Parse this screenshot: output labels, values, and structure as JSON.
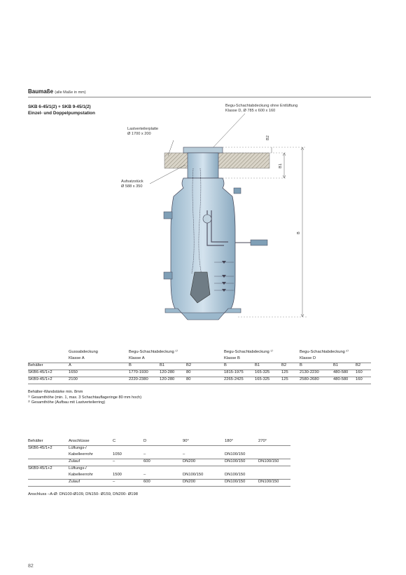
{
  "heading": {
    "title": "Baumaße",
    "note": "(alle Maße in mm)"
  },
  "subtitle": {
    "line1": "SKB 6-45/1(2) + SKB 9-45/1(2)",
    "line2": "Einzel- und Doppelpumpstation"
  },
  "diagram": {
    "label_cover_line1": "Begu-Schachtabdeckung ohne Entlüftung",
    "label_cover_line2": "Klasse D, Ø 785 x 600 x 160",
    "label_plate_line1": "Lastverteilerplatte",
    "label_plate_line2": "Ø 1700 x 200",
    "label_riser_line1": "Aufsatzstück",
    "label_riser_line2": "Ø 588 x 350",
    "dim_b2": "B2",
    "dim_b1": "B1",
    "dim_b": "B"
  },
  "table1": {
    "group_headers": [
      {
        "line1": "Gussabdeckung",
        "line2": "Klasse A"
      },
      {
        "line1": "Begu-Schachtabdeckung ¹⁾",
        "line2": "Klasse A"
      },
      {
        "line1": "Begu-Schachtabdeckung ¹⁾",
        "line2": "Klasse B"
      },
      {
        "line1": "Begu-Schachtabdeckung ²⁾",
        "line2": "Klasse D"
      }
    ],
    "columns": [
      "Behälter",
      "A",
      "B",
      "B1",
      "B2",
      "B",
      "B1",
      "B2",
      "B",
      "B1",
      "B2"
    ],
    "rows": [
      [
        "SKB6-45/1+2",
        "1650",
        "1770-1930",
        "120-280",
        "80",
        "1815-1975",
        "165-325",
        "125",
        "2130-2230",
        "480-580",
        "160"
      ],
      [
        "SKB9-45/1+2",
        "2100",
        "2220-2380",
        "120-280",
        "80",
        "2265-2425",
        "165-325",
        "125",
        "2580-2680",
        "480-580",
        "160"
      ]
    ],
    "notes": [
      "Behälter-Wandstärke min. 8mm",
      "¹⁾ Gesamthöhe (min. 1, max. 3 Schachtauflageringe 80 mm hoch)",
      "²⁾ Gesamthöhe (Aufbau mit Lastverteilerring)"
    ]
  },
  "table2": {
    "columns": [
      "Behälter",
      "Anschlüsse",
      "C",
      "D",
      "90°",
      "180°",
      "270°"
    ],
    "rows": [
      [
        "SKB6-45/1+2",
        "Lüftungs-/",
        "",
        "",
        "",
        "",
        ""
      ],
      [
        "",
        "Kabelleerrohr",
        "1050",
        "–",
        "–",
        "DN100/150",
        ""
      ],
      [
        "",
        "Zulauf",
        "–",
        "600",
        "DN200",
        "DN100/150",
        "DN100/150"
      ],
      [
        "SKB9-45/1+2",
        "Lüftungs-/",
        "",
        "",
        "",
        "",
        ""
      ],
      [
        "",
        "Kabelleerrohr",
        "1500",
        "–",
        "DN100/150",
        "DN100/150",
        ""
      ],
      [
        "",
        "Zulauf",
        "–",
        "600",
        "DN200",
        "DN100/150",
        "DN100/150"
      ]
    ],
    "footnote": "Anschluss –A-Ø: DN100-Ø109, DN150- Ø159, DN200- Ø198"
  },
  "page_number": "82"
}
